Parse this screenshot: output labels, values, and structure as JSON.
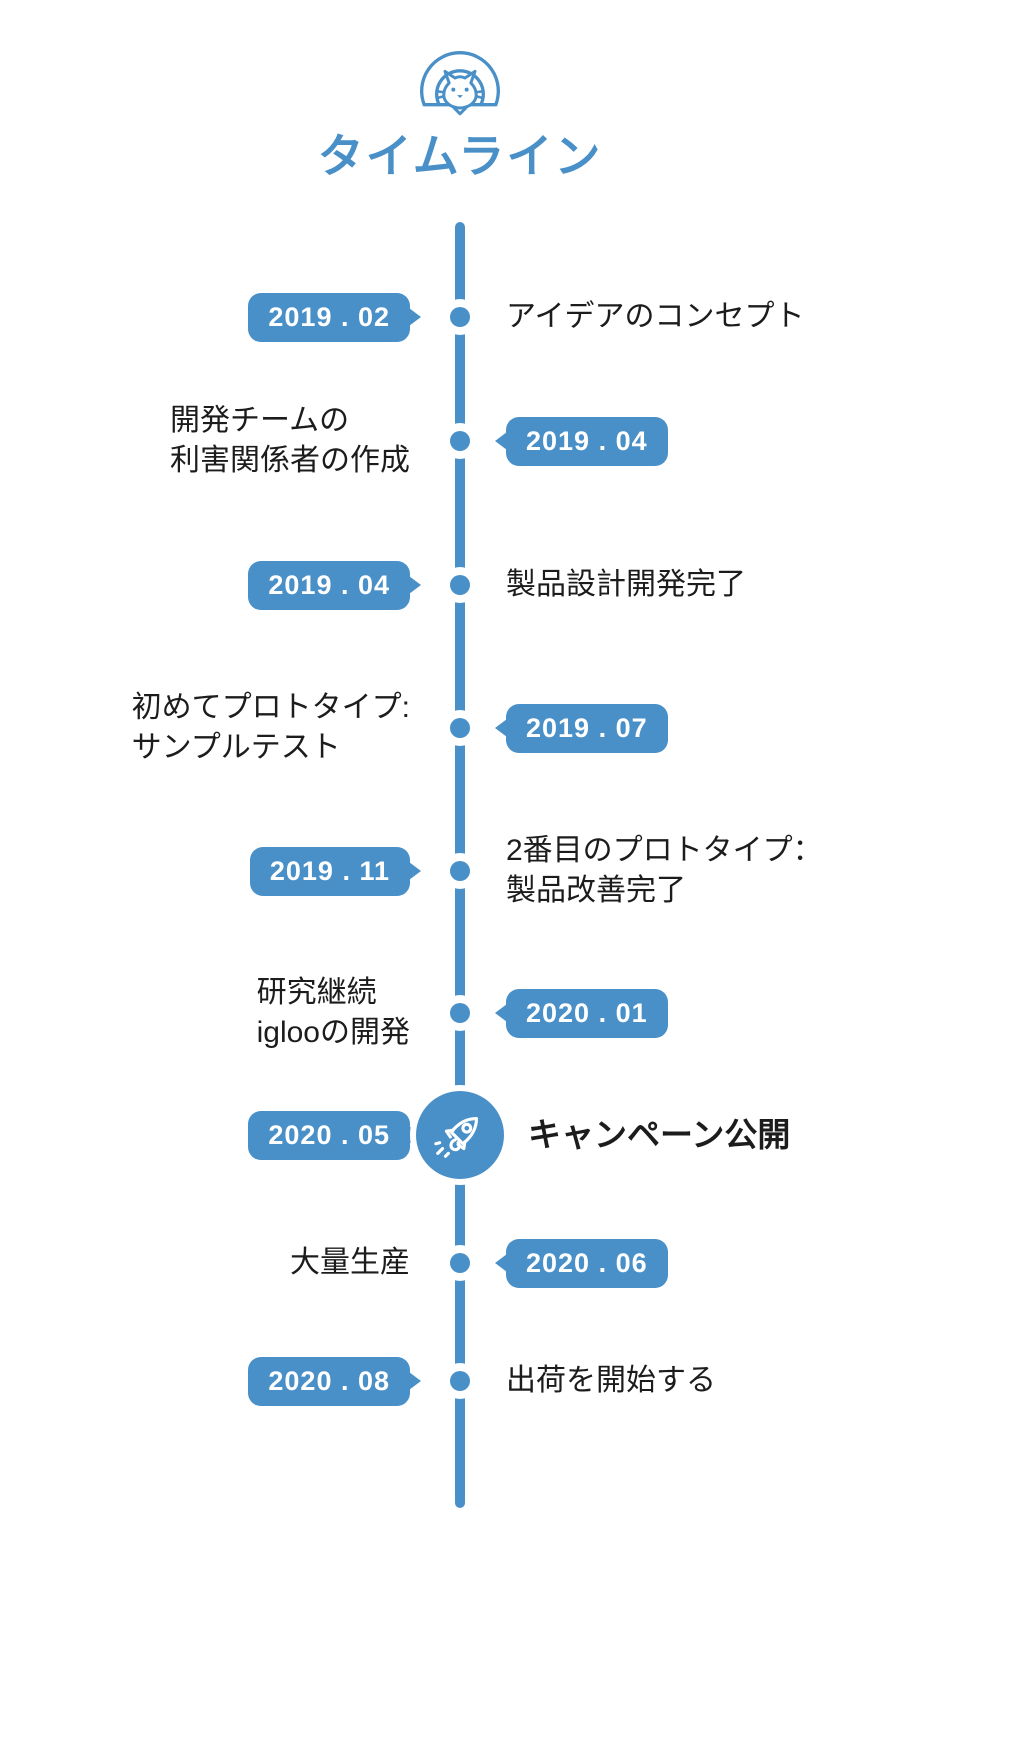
{
  "page": {
    "accent_blue": "#4a90c8",
    "text_color": "#1c1c1c",
    "background": "#ffffff"
  },
  "header": {
    "logo_icon": "cat-in-igloo-icon",
    "title": "タイムライン"
  },
  "timeline": {
    "marker_icon": "rocket-icon",
    "events": [
      {
        "date": "2019 . 02",
        "label": "アイデアのコンセプト",
        "date_side": "left",
        "marker": "dot"
      },
      {
        "date": "2019 . 04",
        "label": "開発チームの\n利害関係者の作成",
        "date_side": "right",
        "marker": "dot"
      },
      {
        "date": "2019 . 04",
        "label": "製品設計開発完了",
        "date_side": "left",
        "marker": "dot"
      },
      {
        "date": "2019 . 07",
        "label": "初めてプロトタイプ:\nサンプルテスト",
        "date_side": "right",
        "marker": "dot"
      },
      {
        "date": "2019 . 11",
        "label": "2番目のプロトタイプ：\n製品改善完了",
        "date_side": "left",
        "marker": "dot"
      },
      {
        "date": "2020 . 01",
        "label": "研究継続\niglooの開発",
        "date_side": "right",
        "marker": "dot"
      },
      {
        "date": "2020 . 05",
        "label": "キャンペーン公開",
        "date_side": "left",
        "marker": "rocket"
      },
      {
        "date": "2020 . 06",
        "label": "大量生産",
        "date_side": "right",
        "marker": "dot"
      },
      {
        "date": "2020 . 08",
        "label": "出荷を開始する",
        "date_side": "left",
        "marker": "dot"
      }
    ]
  }
}
